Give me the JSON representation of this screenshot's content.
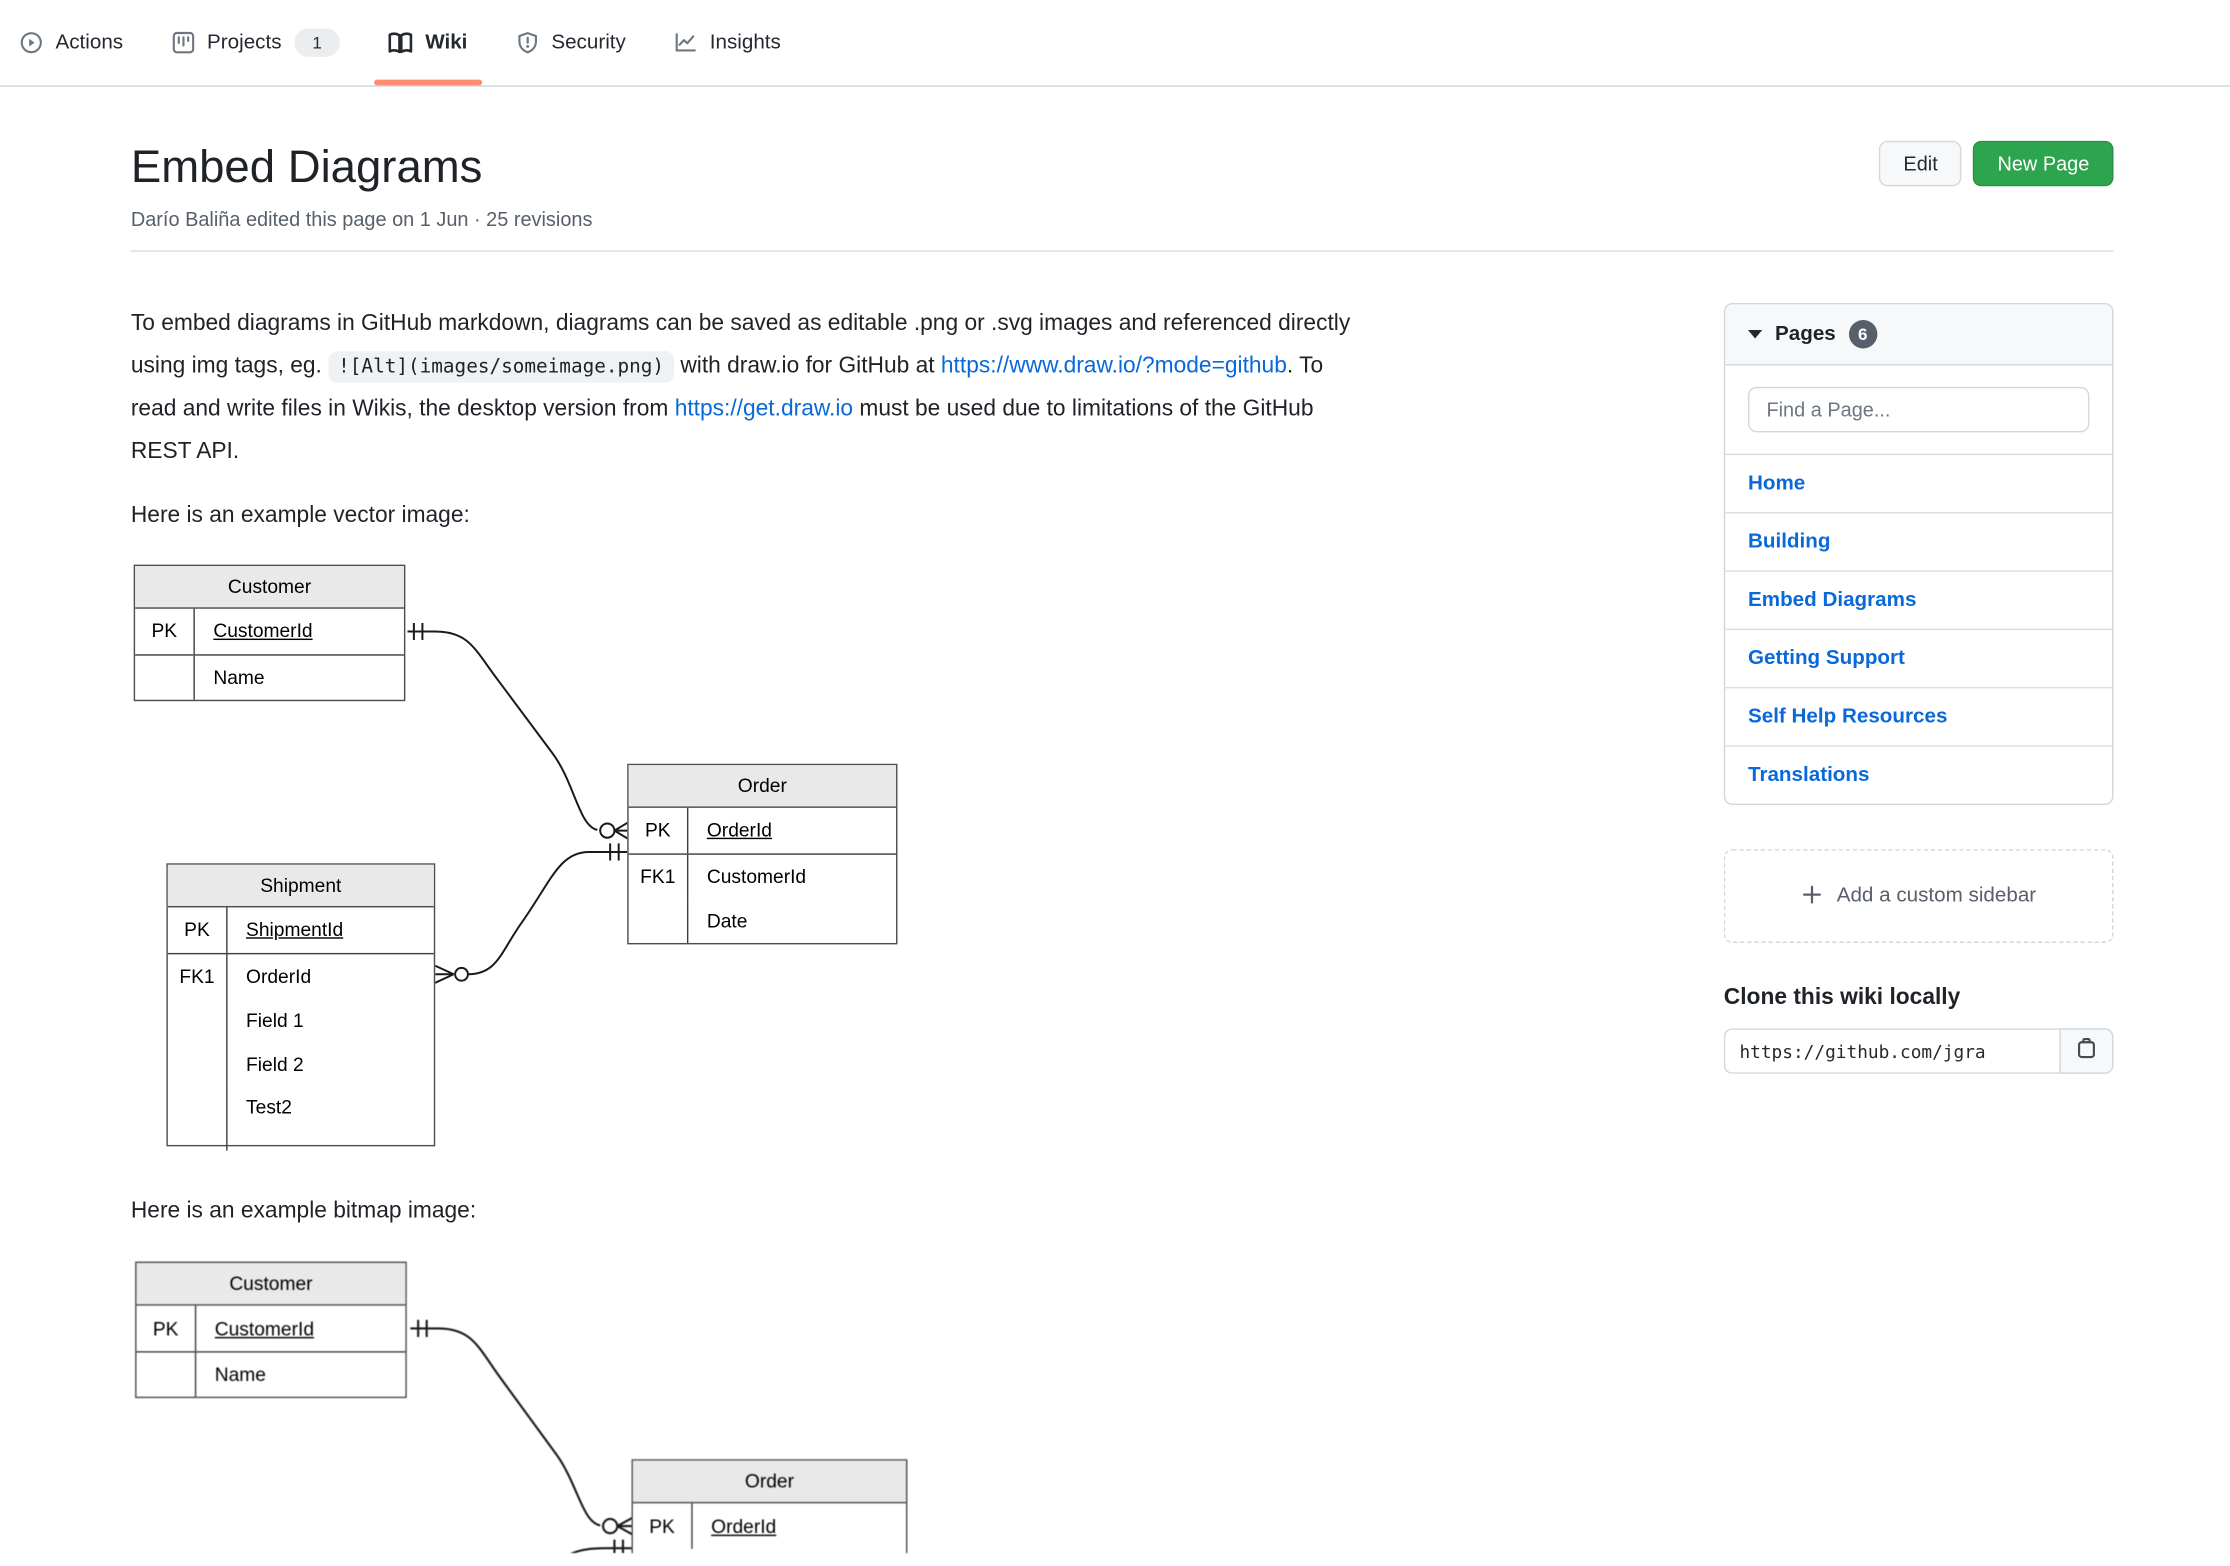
{
  "colors": {
    "accent_underline": "#fd8c73",
    "primary_green": "#2da44e",
    "link_blue": "#0969da",
    "border": "#d0d7de"
  },
  "nav": {
    "items": [
      {
        "label": "Actions",
        "icon": "play-circle-icon"
      },
      {
        "label": "Projects",
        "icon": "project-icon",
        "badge": "1"
      },
      {
        "label": "Wiki",
        "icon": "book-icon",
        "active": true
      },
      {
        "label": "Security",
        "icon": "shield-icon"
      },
      {
        "label": "Insights",
        "icon": "graph-icon"
      }
    ]
  },
  "header": {
    "title": "Embed Diagrams",
    "subtitle": "Darío Baliña edited this page on 1 Jun · 25 revisions",
    "edit_label": "Edit",
    "new_page_label": "New Page"
  },
  "content": {
    "paragraph_lines": [
      {
        "segments": [
          {
            "t": "To embed diagrams in GitHub markdown, diagrams can be saved as editable .png or .svg images and referenced directly"
          }
        ]
      },
      {
        "segments": [
          {
            "t": "using img tags, eg. "
          },
          {
            "t": "![Alt](images/someimage.png)",
            "style": "code"
          },
          {
            "t": " with draw.io for GitHub at "
          },
          {
            "t": "https://www.draw.io/?mode=github",
            "style": "link"
          },
          {
            "t": ". To"
          }
        ]
      },
      {
        "segments": [
          {
            "t": "read and write files in Wikis, the desktop version from "
          },
          {
            "t": "https://get.draw.io",
            "style": "link"
          },
          {
            "t": " must be used due to limitations of the GitHub"
          }
        ]
      },
      {
        "segments": [
          {
            "t": "REST API."
          }
        ]
      }
    ],
    "vector_caption": "Here is an example vector image:",
    "bitmap_caption": "Here is an example bitmap image:"
  },
  "diagram": {
    "customer": {
      "title": "Customer",
      "row1_key": "PK",
      "row1_val": "CustomerId",
      "row2_key": "",
      "row2_val": "Name"
    },
    "order": {
      "title": "Order",
      "row1_key": "PK",
      "row1_val": "OrderId",
      "row2_key": "FK1",
      "row2_val": "CustomerId",
      "row3_key": "",
      "row3_val": "Date"
    },
    "shipment": {
      "title": "Shipment",
      "row1_key": "PK",
      "row1_val": "ShipmentId",
      "row2_key": "FK1",
      "row2_val": "OrderId",
      "row3_val": "Field 1",
      "row4_val": "Field 2",
      "row5_val": "Test2"
    }
  },
  "sidebar": {
    "pages_title": "Pages",
    "pages_count": "6",
    "search_placeholder": "Find a Page...",
    "pages": [
      "Home",
      "Building",
      "Embed Diagrams",
      "Getting Support",
      "Self Help Resources",
      "Translations"
    ],
    "add_sidebar_label": "Add a custom sidebar",
    "clone_heading": "Clone this wiki locally",
    "clone_url": "https://github.com/jgra"
  }
}
